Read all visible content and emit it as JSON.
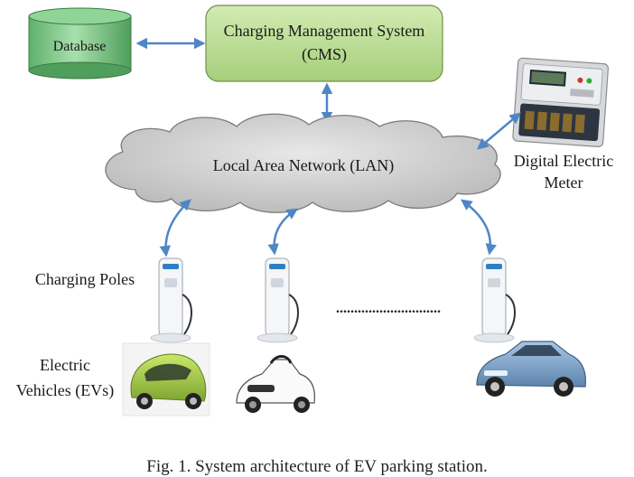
{
  "nodes": {
    "database": "Database",
    "cms_line1": "Charging Management System",
    "cms_line2": "(CMS)",
    "lan": "Local Area Network (LAN)",
    "meter_line1": "Digital Electric",
    "meter_line2": "Meter",
    "poles": "Charging Poles",
    "evs_line1": "Electric",
    "evs_line2": "Vehicles (EVs)",
    "ellipsis": "............................."
  },
  "caption": "Fig. 1. System architecture of EV parking station.",
  "colors": {
    "cms_fill": "#b6d98e",
    "database_fill": "#7fc88a",
    "cloud_fill": "#cfcfcf",
    "arrow": "#4f86c6"
  },
  "icons": [
    "database-cylinder-icon",
    "cloud-icon",
    "electric-meter-icon",
    "charging-pole-icon",
    "electric-car-icon",
    "toy-car-icon",
    "suv-icon"
  ]
}
